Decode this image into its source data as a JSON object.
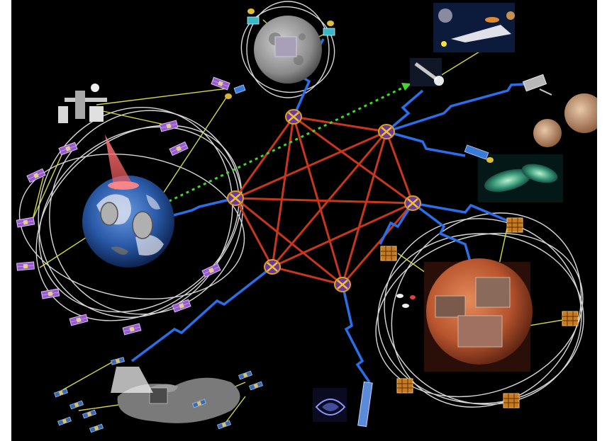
{
  "diagram": {
    "background": "#000000",
    "colors": {
      "ring_link": "#c8361c",
      "comm_link": "#2a6fe8",
      "optical_link": "#43d62e",
      "local_link": "#d8d84a",
      "orbit": "#d8d8d8",
      "relay_node": "#e0a020",
      "satellite_panel": "#9a5ad0",
      "earth_ocean": "#2a5aa8",
      "mars": "#c8643a",
      "moon": "#9a9a9a"
    },
    "relay_nodes": [
      "ring-node-top",
      "ring-node-upper-right",
      "ring-node-right",
      "ring-node-bottom",
      "ring-node-lower-left",
      "ring-node-left"
    ],
    "bodies": [
      "earth",
      "moon",
      "mars",
      "small-asteroid",
      "outer-planets"
    ],
    "spacecraft": [
      "space-station",
      "leo-satellites",
      "lunar-relays",
      "deep-space-probe",
      "space-telescope",
      "mars-orbiters",
      "solar-sail-probe",
      "asteroid-swarm",
      "heliophysics-observatory"
    ]
  }
}
